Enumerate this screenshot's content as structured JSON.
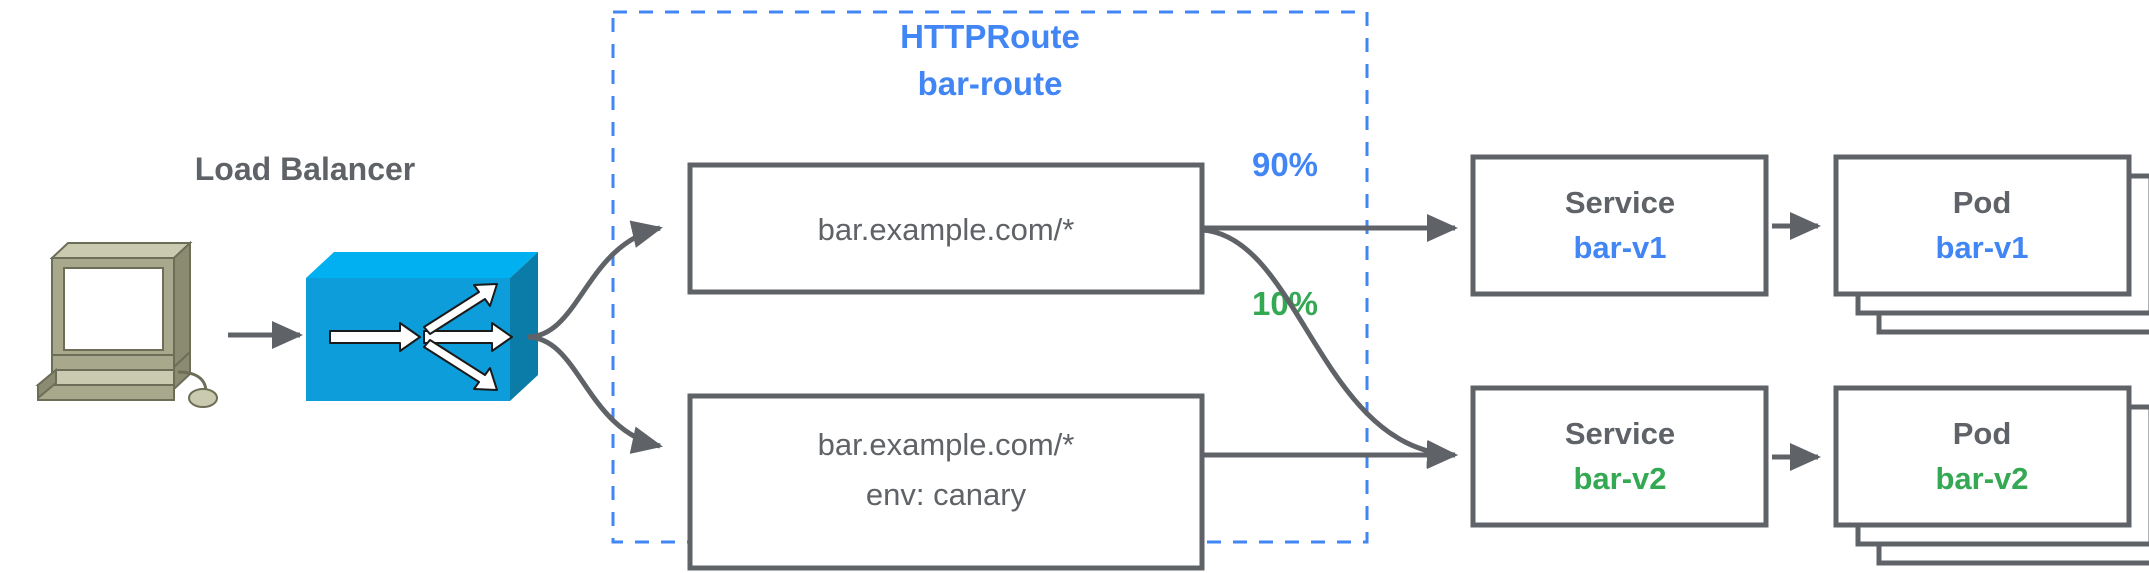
{
  "diagram": {
    "title_group": {
      "kind": "HTTPRoute",
      "name": "bar-route"
    },
    "load_balancer": {
      "label": "Load Balancer"
    },
    "client": {
      "icon": "desktop-computer-icon"
    },
    "routes": [
      {
        "id": "route-primary",
        "line1": "bar.example.com/*",
        "line2": ""
      },
      {
        "id": "route-canary",
        "line1": "bar.example.com/*",
        "line2": "env: canary"
      }
    ],
    "weights": [
      {
        "id": "weight-90",
        "value": "90%",
        "color": "#4285f4"
      },
      {
        "id": "weight-10",
        "value": "10%",
        "color": "#34a853"
      }
    ],
    "services": [
      {
        "id": "service-bar-v1",
        "kind": "Service",
        "name": "bar-v1",
        "color": "#4285f4"
      },
      {
        "id": "service-bar-v2",
        "kind": "Service",
        "name": "bar-v2",
        "color": "#34a853"
      }
    ],
    "pods": [
      {
        "id": "pod-bar-v1",
        "kind": "Pod",
        "name": "bar-v1",
        "color": "#4285f4",
        "replicas": 3
      },
      {
        "id": "pod-bar-v2",
        "kind": "Pod",
        "name": "bar-v2",
        "color": "#34a853",
        "replicas": 3
      }
    ],
    "colors": {
      "blue": "#4285f4",
      "green": "#34a853",
      "gray": "#5f6368",
      "lb_face": "#0d9ddb",
      "lb_top": "#00b0f0",
      "lb_side": "#0b7ca8",
      "monitor_body": "#a8a98c",
      "monitor_top": "#c9cab0",
      "monitor_shadow": "#8a8b70"
    }
  }
}
